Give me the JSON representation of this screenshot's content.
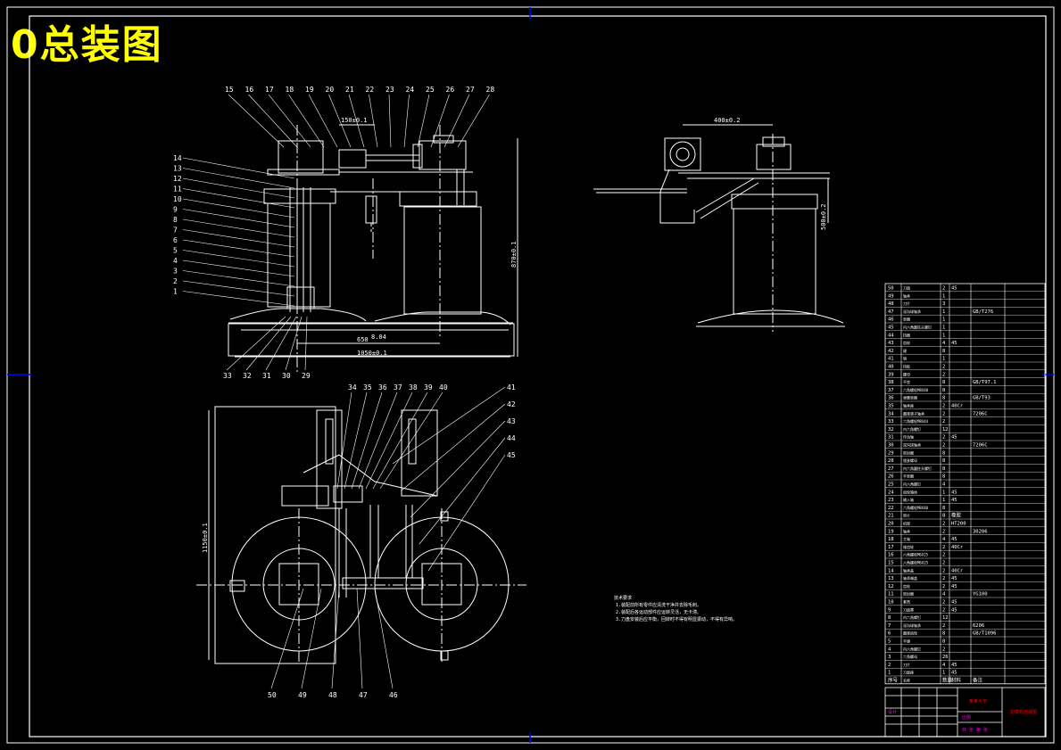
{
  "title": "0总装图",
  "front_view": {
    "top_labels": [
      "15",
      "16",
      "17",
      "18",
      "19",
      "20",
      "21",
      "22",
      "23",
      "24",
      "25",
      "26",
      "27",
      "28"
    ],
    "left_labels": [
      "14",
      "13",
      "12",
      "11",
      "10",
      "9",
      "8",
      "7",
      "6",
      "5",
      "4",
      "3",
      "2",
      "1"
    ],
    "bottom_labels": [
      "33",
      "32",
      "31",
      "30",
      "29"
    ],
    "dimensions": {
      "width_total": "1050±0.1",
      "width_inner": "650",
      "height": "870±0.1",
      "offset": "150±0.1",
      "small": "8.04"
    }
  },
  "side_view": {
    "dimensions": {
      "top": "400±0.2",
      "right": "500±0.2"
    }
  },
  "top_view": {
    "top_labels": [
      "34",
      "35",
      "36",
      "37",
      "38",
      "39",
      "40"
    ],
    "right_labels": [
      "41",
      "42",
      "43",
      "44",
      "45"
    ],
    "bottom_labels": [
      "50",
      "49",
      "48",
      "47",
      "46"
    ],
    "dimensions": {
      "left": "1150±0.1"
    }
  },
  "notes": {
    "heading": "技术要求",
    "lines": [
      "1.装配前所有零件应清洗干净并去除毛刺。",
      "2.装配后各运动部件应运转灵活，无卡滞。",
      "3.刀盘安装后应平衡，回转时不得有明显振动，不得有异响。"
    ]
  },
  "bom": {
    "rows": [
      [
        "50",
        "刀盘",
        "2",
        "45",
        ""
      ],
      [
        "49",
        "轴承",
        "1",
        "",
        ""
      ],
      [
        "48",
        "刀片",
        "3",
        "",
        ""
      ],
      [
        "47",
        "深沟球轴承",
        "1",
        "",
        "GB/T276"
      ],
      [
        "46",
        "垫圈",
        "1",
        "",
        ""
      ],
      [
        "45",
        "内六角圆柱头螺钉",
        "1",
        "",
        ""
      ],
      [
        "44",
        "挡圈",
        "1",
        "",
        ""
      ],
      [
        "43",
        "齿轮",
        "4",
        "45",
        ""
      ],
      [
        "42",
        "键",
        "8",
        "",
        ""
      ],
      [
        "41",
        "销",
        "1",
        "",
        ""
      ],
      [
        "40",
        "挡板",
        "2",
        "",
        ""
      ],
      [
        "39",
        "螺母",
        "2",
        "",
        ""
      ],
      [
        "38",
        "平垫",
        "8",
        "",
        "GB/T97.1"
      ],
      [
        "37",
        "六角螺栓M8X40",
        "8",
        "",
        ""
      ],
      [
        "36",
        "弹簧垫圈",
        "8",
        "",
        "GB/T93"
      ],
      [
        "35",
        "轴承座",
        "2",
        "40Cr",
        ""
      ],
      [
        "34",
        "圆锥滚子轴承",
        "2",
        "",
        "7206C"
      ],
      [
        "33",
        "六角螺栓M8X44",
        "2",
        "",
        ""
      ],
      [
        "32",
        "内六角螺钉",
        "12",
        "",
        ""
      ],
      [
        "31",
        "传动轴",
        "2",
        "45",
        ""
      ],
      [
        "30",
        "深沟球轴承",
        "2",
        "",
        "7206C"
      ],
      [
        "29",
        "密封圈",
        "8",
        "",
        ""
      ],
      [
        "28",
        "锁紧螺母",
        "8",
        "",
        ""
      ],
      [
        "27",
        "内六角圆柱头螺钉",
        "8",
        "",
        ""
      ],
      [
        "26",
        "平垫圈",
        "8",
        "",
        ""
      ],
      [
        "25",
        "内六角螺钉",
        "4",
        "",
        ""
      ],
      [
        "24",
        "齿轮箱体",
        "1",
        "45",
        ""
      ],
      [
        "23",
        "输入轴",
        "1",
        "45",
        ""
      ],
      [
        "22",
        "六角螺栓M8X40",
        "8",
        "",
        ""
      ],
      [
        "21",
        "垫片",
        "8",
        "橡胶",
        ""
      ],
      [
        "20",
        "机架",
        "2",
        "HT200",
        ""
      ],
      [
        "19",
        "轴承",
        "2",
        "",
        "30206"
      ],
      [
        "18",
        "主轴",
        "4",
        "45",
        ""
      ],
      [
        "17",
        "锥齿轮",
        "2",
        "40Cr",
        ""
      ],
      [
        "16",
        "六角螺栓M6X25",
        "2",
        "",
        ""
      ],
      [
        "15",
        "六角螺栓M6X25",
        "2",
        "",
        ""
      ],
      [
        "14",
        "轴承盖",
        "2",
        "40Cr",
        ""
      ],
      [
        "13",
        "轴承端盖",
        "2",
        "45",
        ""
      ],
      [
        "12",
        "齿轮",
        "2",
        "45",
        ""
      ],
      [
        "11",
        "密封圈",
        "4",
        "",
        "YG100"
      ],
      [
        "10",
        "套筒",
        "2",
        "45",
        ""
      ],
      [
        "9",
        "刀盘罩",
        "2",
        "45",
        ""
      ],
      [
        "8",
        "内六角螺钉",
        "12",
        "",
        ""
      ],
      [
        "7",
        "深沟球轴承",
        "2",
        "",
        "6206"
      ],
      [
        "6",
        "圆锥齿轮",
        "8",
        "",
        "GB/T1096"
      ],
      [
        "5",
        "平键",
        "8",
        "",
        ""
      ],
      [
        "4",
        "内六角螺钉",
        "2",
        "",
        ""
      ],
      [
        "3",
        "六角螺母",
        "26",
        "",
        ""
      ],
      [
        "2",
        "刀片",
        "4",
        "45",
        ""
      ],
      [
        "1",
        "刀盘座",
        "1",
        "45",
        ""
      ]
    ],
    "header": [
      "序号",
      "名称",
      "数量",
      "材料",
      "备注"
    ]
  },
  "title_block": {
    "designer_label": "设计",
    "drawing_name": "割草机总装图",
    "school": "某某大学",
    "scale_label": "比例",
    "sheet_label": "共 张 第 张"
  },
  "colors": {
    "line": "#ffffff",
    "title": "#ffff00",
    "border": "#0000ff",
    "dim": "#ffffff",
    "label_red": "#ff0000",
    "label_magenta": "#ff00ff"
  }
}
